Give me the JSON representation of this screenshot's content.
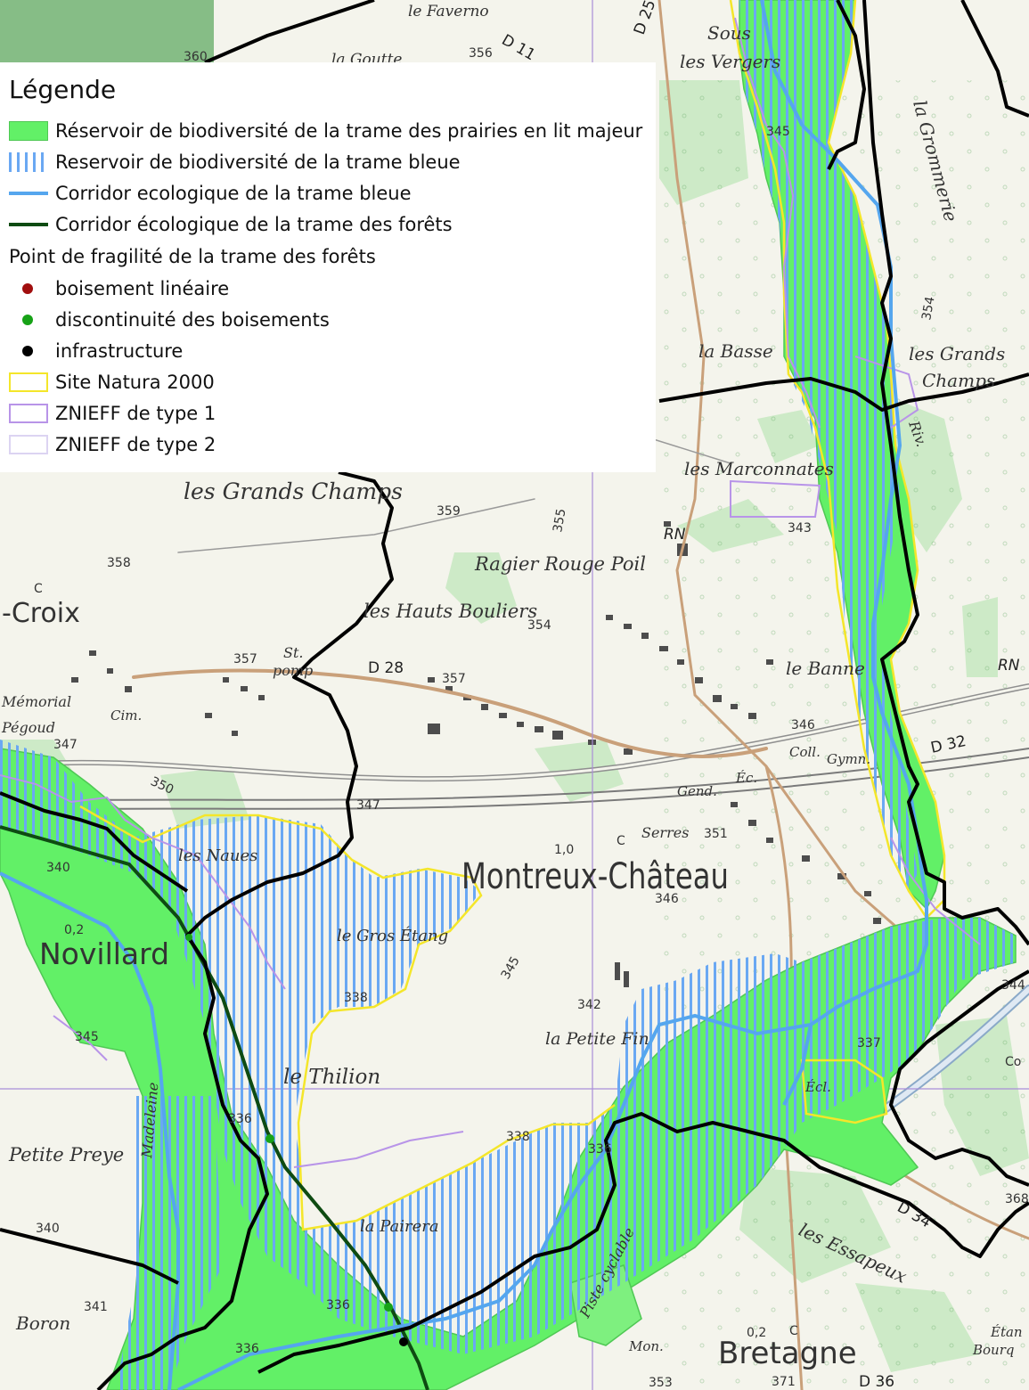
{
  "legend": {
    "title": "Légende",
    "items": [
      {
        "label": "Réservoir de biodiversité de la trame des prairies en lit majeur",
        "symbol": "green-fill"
      },
      {
        "label": "Reservoir de biodiversité de la trame bleue",
        "symbol": "blue-hatch"
      },
      {
        "label": "Corridor ecologique de la trame bleue",
        "symbol": "blue-line"
      },
      {
        "label": "Corridor écologique de la trame des forêts",
        "symbol": "dark-green-line"
      }
    ],
    "fragility_header": "Point de fragilité de la trame des forêts",
    "fragility_items": [
      {
        "label": "boisement linéaire",
        "color": "#a10e0e"
      },
      {
        "label": "discontinuité des boisements",
        "color": "#17a217"
      },
      {
        "label": "infrastructure",
        "color": "#000000"
      }
    ],
    "zones": [
      {
        "label": "Site Natura 2000",
        "color": "#f4e62a"
      },
      {
        "label": "ZNIEFF de type 1",
        "color": "#b894e8"
      },
      {
        "label": "ZNIEFF de type 2",
        "color": "#dcd4f2"
      }
    ]
  },
  "colors": {
    "prairie_green": "#62f067",
    "blue_hatch": "#6aa8f3",
    "blue_corridor": "#55a6ee",
    "forest_corridor": "#0e4b12",
    "natura_outline": "#f4e62a",
    "znieff1_outline": "#b894e8",
    "boundary": "#000000"
  },
  "map_labels": {
    "towns": [
      "Montreux-Château",
      "Novillard",
      "Bretagne",
      "-Croix"
    ],
    "places": [
      "les Grands Champs",
      "Ragier Rouge Poil",
      "les Hauts Bouliers",
      "les Naues",
      "le Gros Étang",
      "le Thilion",
      "la Pairera",
      "la Petite Fin",
      "Petite Preye",
      "Boron",
      "les Marconnates",
      "la Basse",
      "les Grands",
      "Champs",
      "la Grommerie",
      "Sous",
      "les Vergers",
      "le Banne",
      "les Essapeux",
      "Serres",
      "le Faverno",
      "la Goutte",
      "Mémorial",
      "Pégoud",
      "Cim.",
      "St.",
      "pomp",
      "Gend.",
      "Coll.",
      "Gymn.",
      "Éc.",
      "Écl.",
      "Mon.",
      "Étan",
      "Bourq",
      "Riv.",
      "Madeleine",
      "Piste cyclable"
    ],
    "roads": [
      "D 28",
      "D 32",
      "D 34",
      "D 11",
      "D 25",
      "D 36",
      "RN",
      "RN"
    ],
    "elevations": [
      "360",
      "356",
      "359",
      "358",
      "357",
      "357",
      "354",
      "347",
      "347",
      "346",
      "346",
      "345",
      "345",
      "345",
      "343",
      "342",
      "344",
      "340",
      "340",
      "341",
      "338",
      "338",
      "337",
      "336",
      "336",
      "336",
      "336",
      "350",
      "355",
      "354",
      "351",
      "368",
      "371",
      "353"
    ],
    "misc": [
      "1,0",
      "0,2",
      "0,2",
      "C",
      "C",
      "C",
      "Co"
    ]
  }
}
